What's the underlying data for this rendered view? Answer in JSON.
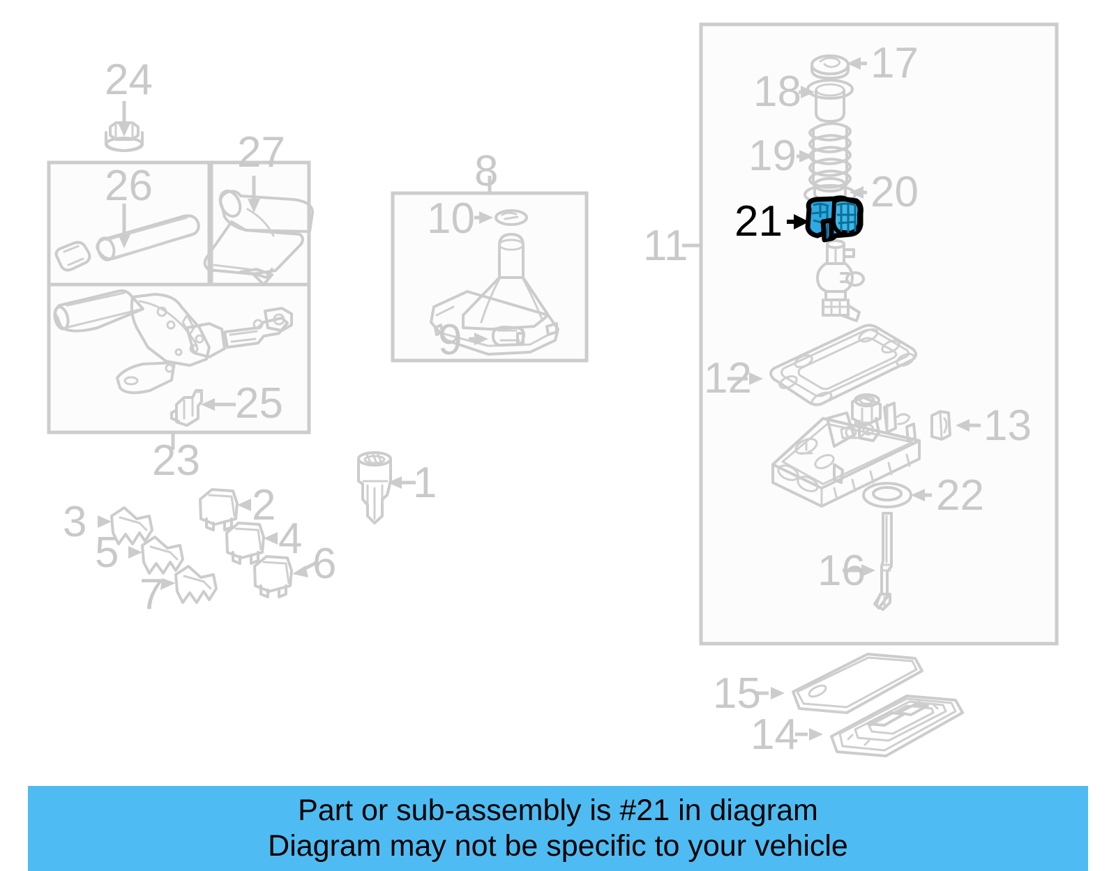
{
  "diagram": {
    "type": "exploded-parts-diagram",
    "subject": "Console / shifter / parking brake assembly",
    "highlighted_callout": "21",
    "background_color": "#ffffff",
    "line_color": "#cccccc",
    "number_color": "#c9c9c9",
    "highlight_fill": "#2fabe3",
    "highlight_outline": "#000000",
    "banner_color": "#4ebcf2"
  },
  "banner": {
    "line1": "Part or sub-assembly is #21 in diagram",
    "line2": "Diagram may not be specific to your vehicle"
  },
  "callouts": [
    {
      "id": "1",
      "label": "1",
      "part": "cigarette-lighter-element",
      "highlighted": false
    },
    {
      "id": "2",
      "label": "2",
      "part": "switch-cap",
      "highlighted": false
    },
    {
      "id": "3",
      "label": "3",
      "part": "switch-bracket",
      "highlighted": false
    },
    {
      "id": "4",
      "label": "4",
      "part": "switch-cap",
      "highlighted": false
    },
    {
      "id": "5",
      "label": "5",
      "part": "switch-bracket",
      "highlighted": false
    },
    {
      "id": "6",
      "label": "6",
      "part": "switch-cap",
      "highlighted": false
    },
    {
      "id": "7",
      "label": "7",
      "part": "switch-bracket",
      "highlighted": false
    },
    {
      "id": "8",
      "label": "8",
      "part": "shift-boot-assembly-box",
      "highlighted": false
    },
    {
      "id": "9",
      "label": "9",
      "part": "boot-retaining-clip",
      "highlighted": false
    },
    {
      "id": "10",
      "label": "10",
      "part": "shift-knob-cap",
      "highlighted": false
    },
    {
      "id": "11",
      "label": "11",
      "part": "shifter-assembly-box",
      "highlighted": false
    },
    {
      "id": "12",
      "label": "12",
      "part": "shifter-gasket",
      "highlighted": false
    },
    {
      "id": "13",
      "label": "13",
      "part": "bushing",
      "highlighted": false
    },
    {
      "id": "14",
      "label": "14",
      "part": "console-trim-panel",
      "highlighted": false
    },
    {
      "id": "15",
      "label": "15",
      "part": "console-cover-plate",
      "highlighted": false
    },
    {
      "id": "16",
      "label": "16",
      "part": "shift-rod",
      "highlighted": false
    },
    {
      "id": "17",
      "label": "17",
      "part": "snap-ring",
      "highlighted": false
    },
    {
      "id": "18",
      "label": "18",
      "part": "bushing-cup",
      "highlighted": false
    },
    {
      "id": "19",
      "label": "19",
      "part": "coil-spring",
      "highlighted": false
    },
    {
      "id": "20",
      "label": "20",
      "part": "spring-seat",
      "highlighted": false
    },
    {
      "id": "21",
      "label": "21",
      "part": "shift-lever-bracket",
      "highlighted": true
    },
    {
      "id": "22",
      "label": "22",
      "part": "seal-washer",
      "highlighted": false
    },
    {
      "id": "23",
      "label": "23",
      "part": "parking-brake-lever-box",
      "highlighted": false
    },
    {
      "id": "24",
      "label": "24",
      "part": "flange-nut",
      "highlighted": false
    },
    {
      "id": "25",
      "label": "25",
      "part": "parking-brake-switch",
      "highlighted": false
    },
    {
      "id": "26",
      "label": "26",
      "part": "handle-grip",
      "highlighted": false
    },
    {
      "id": "27",
      "label": "27",
      "part": "lever-boot-cover",
      "highlighted": false
    }
  ]
}
